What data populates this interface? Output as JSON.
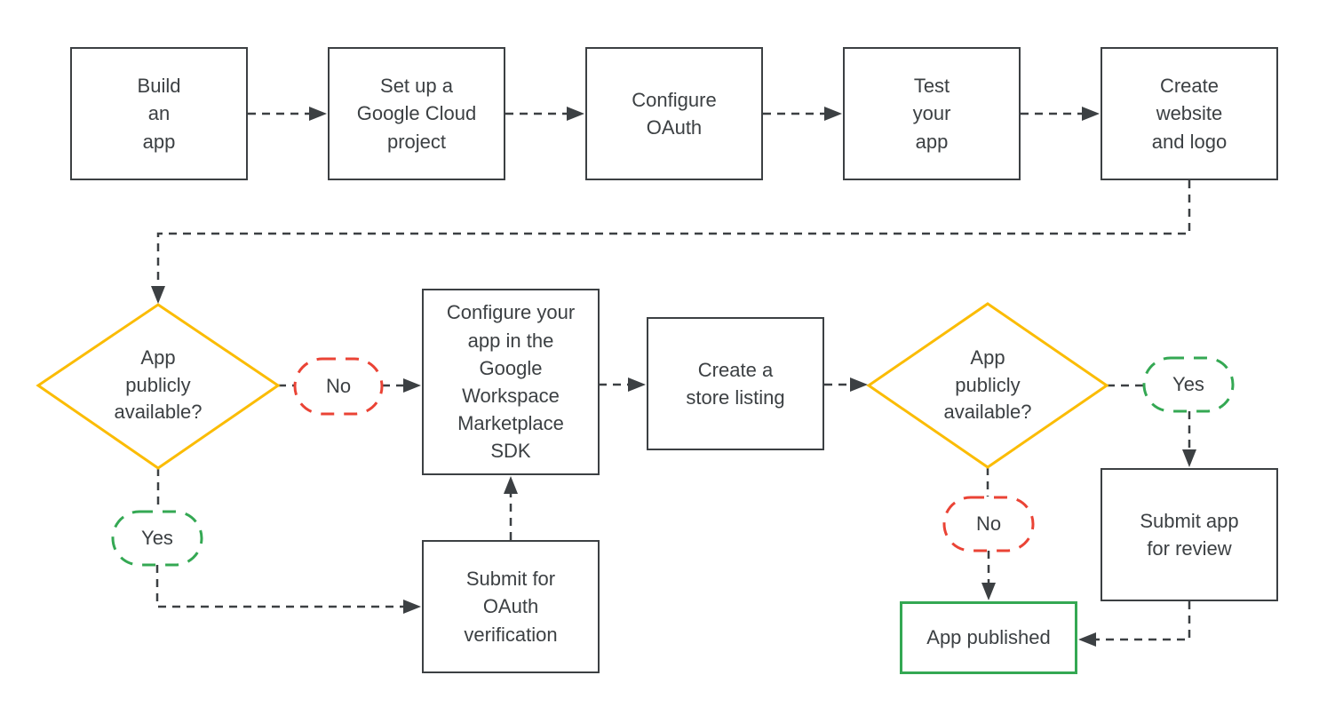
{
  "flow": {
    "steps": {
      "build_app": "Build\nan\napp",
      "setup_project": "Set up a\nGoogle Cloud\nproject",
      "configure_oauth": "Configure\nOAuth",
      "test_app": "Test\nyour\napp",
      "create_website": "Create\nwebsite\nand logo",
      "configure_sdk": "Configure your\napp in the\nGoogle\nWorkspace\nMarketplace\nSDK",
      "store_listing": "Create a\nstore listing",
      "submit_oauth": "Submit for\nOAuth\nverification",
      "submit_review": "Submit app\nfor review",
      "app_published": "App published"
    },
    "decisions": {
      "d1": "App\npublicly\navailable?",
      "d2": "App\npublicly\navailable?"
    },
    "edge_labels": {
      "no1": "No",
      "yes1": "Yes",
      "yes2": "Yes",
      "no2": "No"
    }
  },
  "colors": {
    "text": "#3c4043",
    "node_border": "#3c4043",
    "connector": "#3c4043",
    "decision": "#fbbc04",
    "yes": "#34a853",
    "no": "#ea4335",
    "published": "#34a853",
    "background": "#ffffff"
  }
}
